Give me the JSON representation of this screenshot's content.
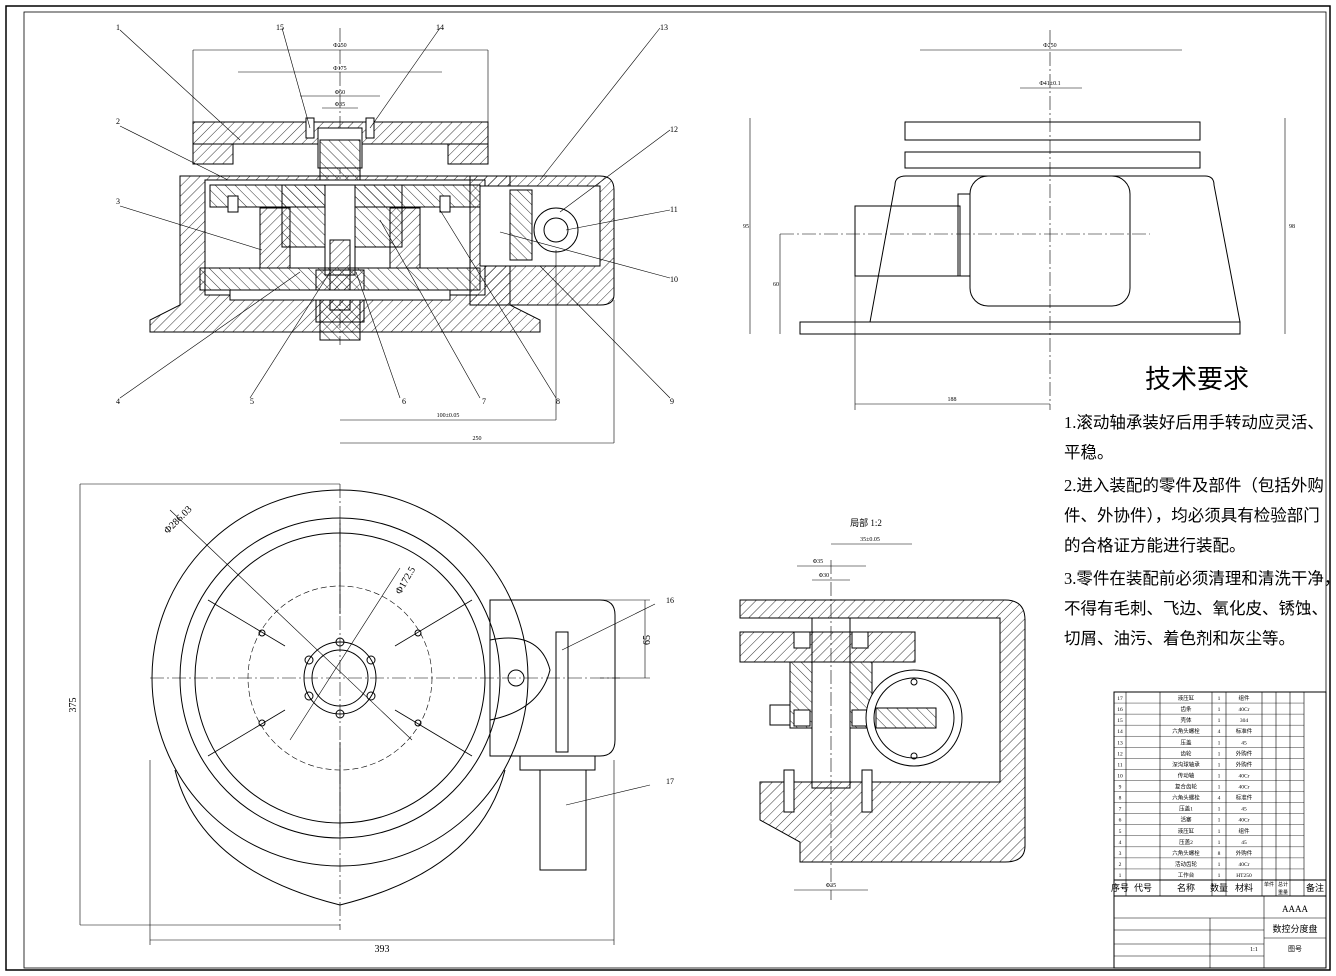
{
  "drawing": {
    "title": "数控分度盘",
    "code": "AAAA",
    "tuhao_label": "图号",
    "scale": "1:1"
  },
  "views": {
    "front": {
      "callouts": [
        "1",
        "2",
        "3",
        "4",
        "5",
        "6",
        "7",
        "8",
        "9",
        "10",
        "11",
        "12",
        "13",
        "14",
        "15"
      ],
      "dims": {
        "d1": "Φ250",
        "d2": "Φ175",
        "d3": "Φ60",
        "d4": "Φ35",
        "d5": "100±0.05",
        "d6": "250"
      }
    },
    "side": {
      "dims": {
        "w1": "Φ250",
        "w2": "Φ41±0.1",
        "h1": "95",
        "h2": "60",
        "h3": "98",
        "b1": "188"
      }
    },
    "top": {
      "dims": {
        "diag": "Φ286.03",
        "diag2": "Φ172.5",
        "width": "393",
        "height": "375",
        "side": "65"
      },
      "callouts": [
        "16",
        "17"
      ]
    },
    "detail": {
      "label": "局部 1:2",
      "dims": {
        "d1": "Φ35",
        "d2": "Φ30",
        "d3": "35±0.05",
        "d4": "Φ35"
      }
    }
  },
  "tech": {
    "title": "技术要求",
    "lines": [
      "1.滚动轴承装好后用手转动应灵活、",
      "  平稳。",
      "2.进入装配的零件及部件（包括外购",
      "  件、外协件），均必须具有检验部门",
      "  的合格证方能进行装配。",
      "3.零件在装配前必须清理和清洗干净，",
      "  不得有毛刺、飞边、氧化皮、锈蚀、",
      "  切屑、油污、着色剂和灰尘等。"
    ]
  },
  "bom": {
    "rows": [
      {
        "no": "17",
        "name": "液压缸",
        "qty": "1",
        "mat": "组件"
      },
      {
        "no": "16",
        "name": "齿条",
        "qty": "1",
        "mat": "40Cr"
      },
      {
        "no": "15",
        "name": "壳体",
        "qty": "1",
        "mat": "304"
      },
      {
        "no": "14",
        "name": "六角头螺栓",
        "qty": "4",
        "mat": "标准件"
      },
      {
        "no": "13",
        "name": "压盖",
        "qty": "1",
        "mat": "45"
      },
      {
        "no": "12",
        "name": "齿轮",
        "qty": "1",
        "mat": "外购件"
      },
      {
        "no": "11",
        "name": "深沟球轴承",
        "qty": "1",
        "mat": "外购件"
      },
      {
        "no": "10",
        "name": "传动轴",
        "qty": "1",
        "mat": "40Cr"
      },
      {
        "no": "9",
        "name": "复合齿轮",
        "qty": "1",
        "mat": "40Cr"
      },
      {
        "no": "8",
        "name": "六角头螺栓",
        "qty": "4",
        "mat": "标准件"
      },
      {
        "no": "7",
        "name": "压盖1",
        "qty": "1",
        "mat": "45"
      },
      {
        "no": "6",
        "name": "活塞",
        "qty": "1",
        "mat": "40Cr"
      },
      {
        "no": "5",
        "name": "液压缸",
        "qty": "1",
        "mat": "组件"
      },
      {
        "no": "4",
        "name": "压盖2",
        "qty": "1",
        "mat": "45"
      },
      {
        "no": "3",
        "name": "六角头螺栓",
        "qty": "8",
        "mat": "外购件"
      },
      {
        "no": "2",
        "name": "活动齿轮",
        "qty": "1",
        "mat": "40Cr"
      },
      {
        "no": "1",
        "name": "工作台",
        "qty": "1",
        "mat": "HT250"
      }
    ],
    "header": {
      "no": "序号",
      "code": "代号",
      "name": "名称",
      "qty": "数量",
      "mat": "材料",
      "single": "单件",
      "total": "总计",
      "weight": "重量",
      "remark": "备注"
    }
  }
}
